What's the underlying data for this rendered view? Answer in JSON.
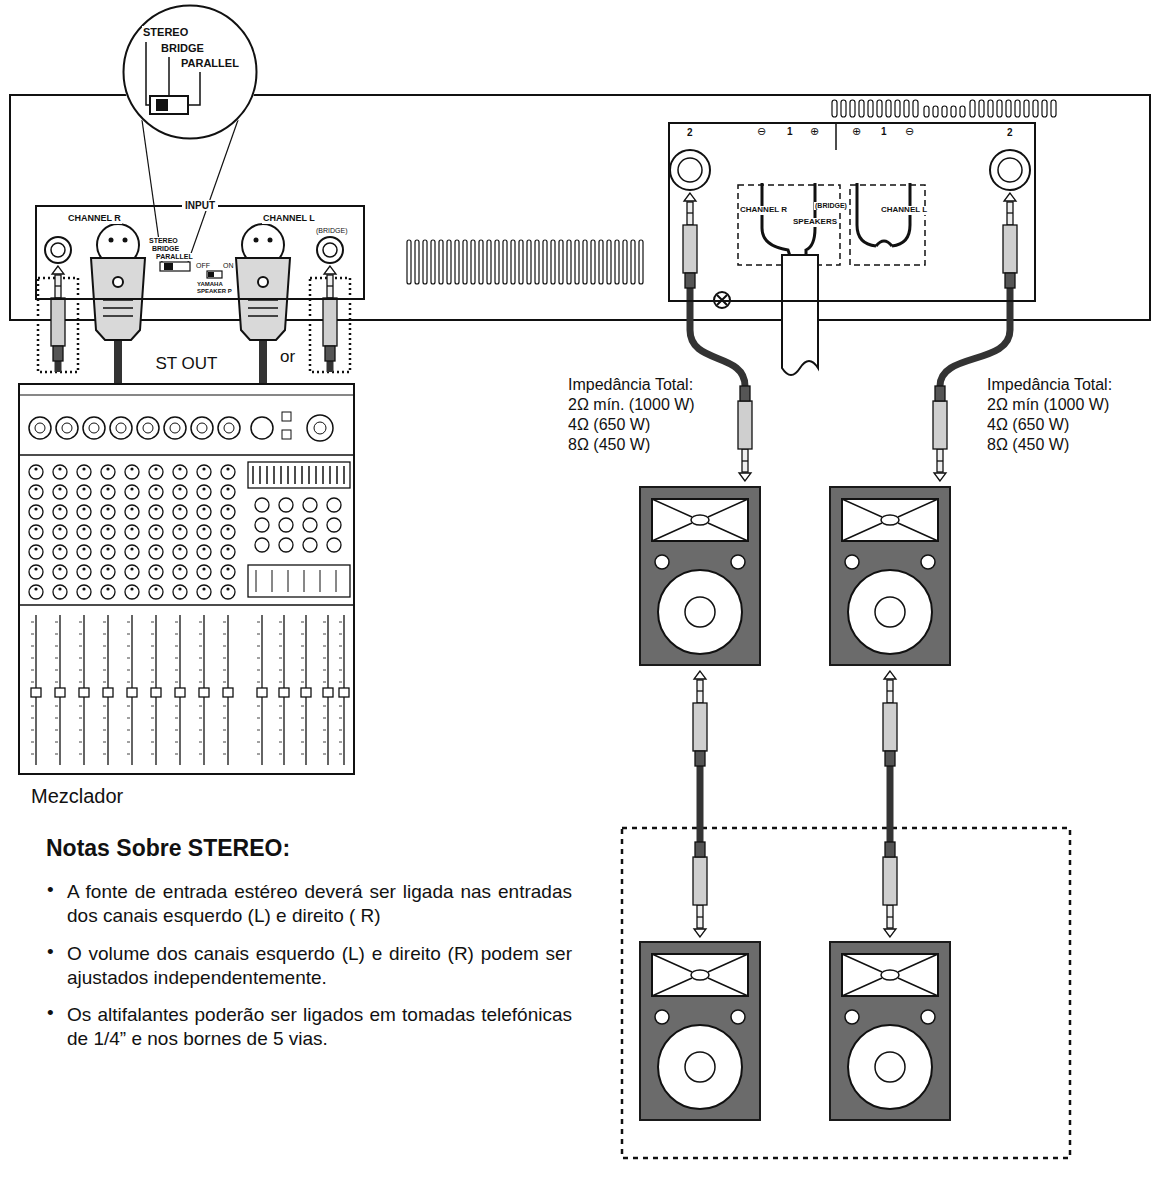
{
  "diagram": {
    "nodes": [
      {
        "text": [
          "STEREO",
          "BRIDGE",
          "PARALLEL"
        ]
      },
      {
        "text": [
          "INPUT",
          "CHANNEL R",
          "CHANNEL L",
          "(BRIDGE)"
        ]
      },
      {
        "text": [
          "CHANNEL R",
          "(BRIDGE)",
          "SPEAKERS",
          "CHANNEL L"
        ]
      },
      {
        "text": [
          "ST OUT",
          "Mezclador"
        ]
      }
    ],
    "edges": [
      {
        "from": 3,
        "to": 1,
        "arrow": "none"
      },
      {
        "from": 3,
        "to": 1,
        "arrow": "none"
      }
    ],
    "labels": [
      "STEREO",
      "BRIDGE",
      "PARALLEL",
      "OFF",
      "ON",
      "YAMAHA",
      "SPEAKER P",
      "2",
      "⊖",
      "1",
      "⊕",
      "⊕",
      "1",
      "⊖",
      "2",
      "or",
      "Impedância Total:",
      "2Ω mín. (1000 W)",
      "4Ω (650 W)",
      "8Ω (450 W)",
      "Impedância Total:",
      "2Ω mín (1000 W)",
      "4Ω (650 W)",
      "8Ω (450 W)",
      "Notas Sobre STEREO:",
      "•",
      "A fonte de entrada estéreo deverá ser ligada nas entradas dos canais esquerdo (L) e direito ( R)",
      "•",
      "O volume dos canais esquerdo (L) e direito (R) podem ser ajustados independentemente.",
      "•",
      "Os altifalantes poderão ser ligados em tomadas telefónicas de 1/4” e nos bornes de 5 vias."
    ]
  }
}
